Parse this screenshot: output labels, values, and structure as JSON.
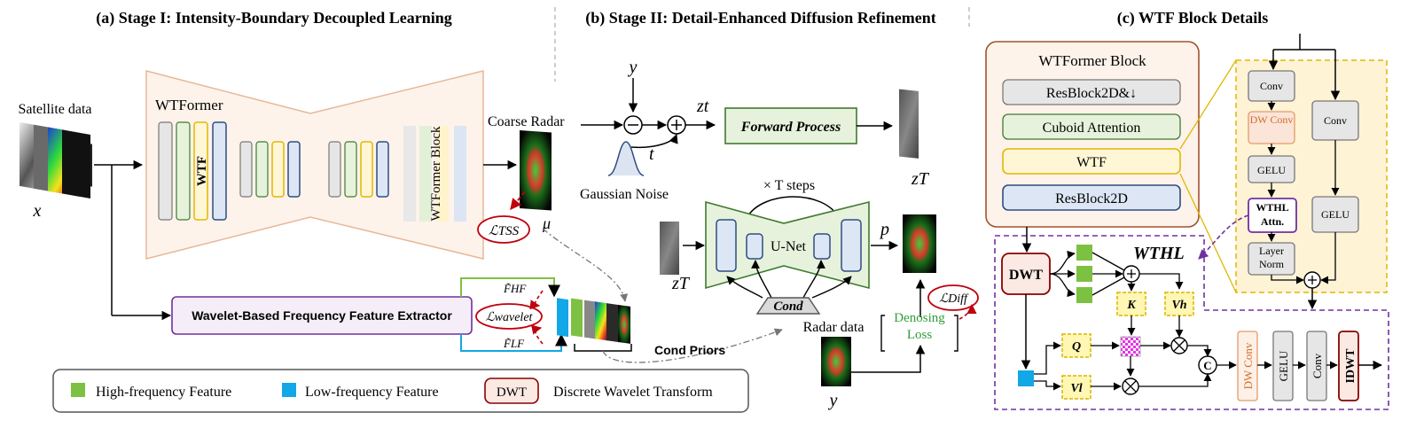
{
  "titles": {
    "a": "(a) Stage I: Intensity-Boundary  Decoupled Learning",
    "b": "(b) Stage II: Detail-Enhanced Diffusion Refinement",
    "c": "(c) WTF Block Details"
  },
  "stage1": {
    "satellite_label": "Satellite  data",
    "x_symbol": "x",
    "wtformer_label": "WTFormer",
    "wtf_label": "WTF",
    "wtformer_block_label": "WTFormer Block",
    "coarse_radar_label": "Coarse  Radar",
    "mu_symbol": "μ",
    "loss_tss": "ℒTSS",
    "extractor_label": "Wavelet-Based Frequency Feature Extractor",
    "loss_wavelet": "ℒwavelet",
    "f_hf": "F̃HF",
    "f_lf": "F̃LF",
    "cond_priors_label": "Cond Priors"
  },
  "legend": {
    "hf_label": "High-frequency  Feature",
    "lf_label": "Low-frequency  Feature",
    "dwt_box": "DWT",
    "dwt_label": "Discrete  Wavelet  Transform",
    "hf_color": "#7dc142",
    "lf_color": "#12a7e6"
  },
  "stage2": {
    "y_top": "y",
    "t_symbol": "t",
    "gaussian_noise": "Gaussian Noise",
    "zt": "zt",
    "forward_process": "Forward Process",
    "zT_right": "zT",
    "steps_label": "× T steps",
    "unet_label": "U-Net",
    "cond_label": "Cond",
    "zT_left": "zT",
    "p_symbol": "p",
    "loss_diff": "ℒDiff",
    "radar_data": "Radar data",
    "denoising_loss": "Denosing Loss",
    "y_bottom": "y"
  },
  "stage3": {
    "block_title": "WTFormer Block",
    "items": [
      "ResBlock2D&↓",
      "Cuboid Attention",
      "WTF",
      "ResBlock2D"
    ],
    "conv_1": "Conv",
    "dw_conv": "DW Conv",
    "gelu_1": "GELU",
    "wthl_attn": "WTHL Attn.",
    "layer_norm": "Layer Norm",
    "conv_2": "Conv",
    "gelu_2": "GELU",
    "wthl_title": "WTHL",
    "dwt": "DWT",
    "k": "K",
    "vh": "Vh",
    "q": "Q",
    "vl": "Vl",
    "c_symbol": "C",
    "dw_conv_v": "DW Conv",
    "gelu_v": "GELU",
    "conv_v": "Conv",
    "idwt": "IDWT"
  }
}
